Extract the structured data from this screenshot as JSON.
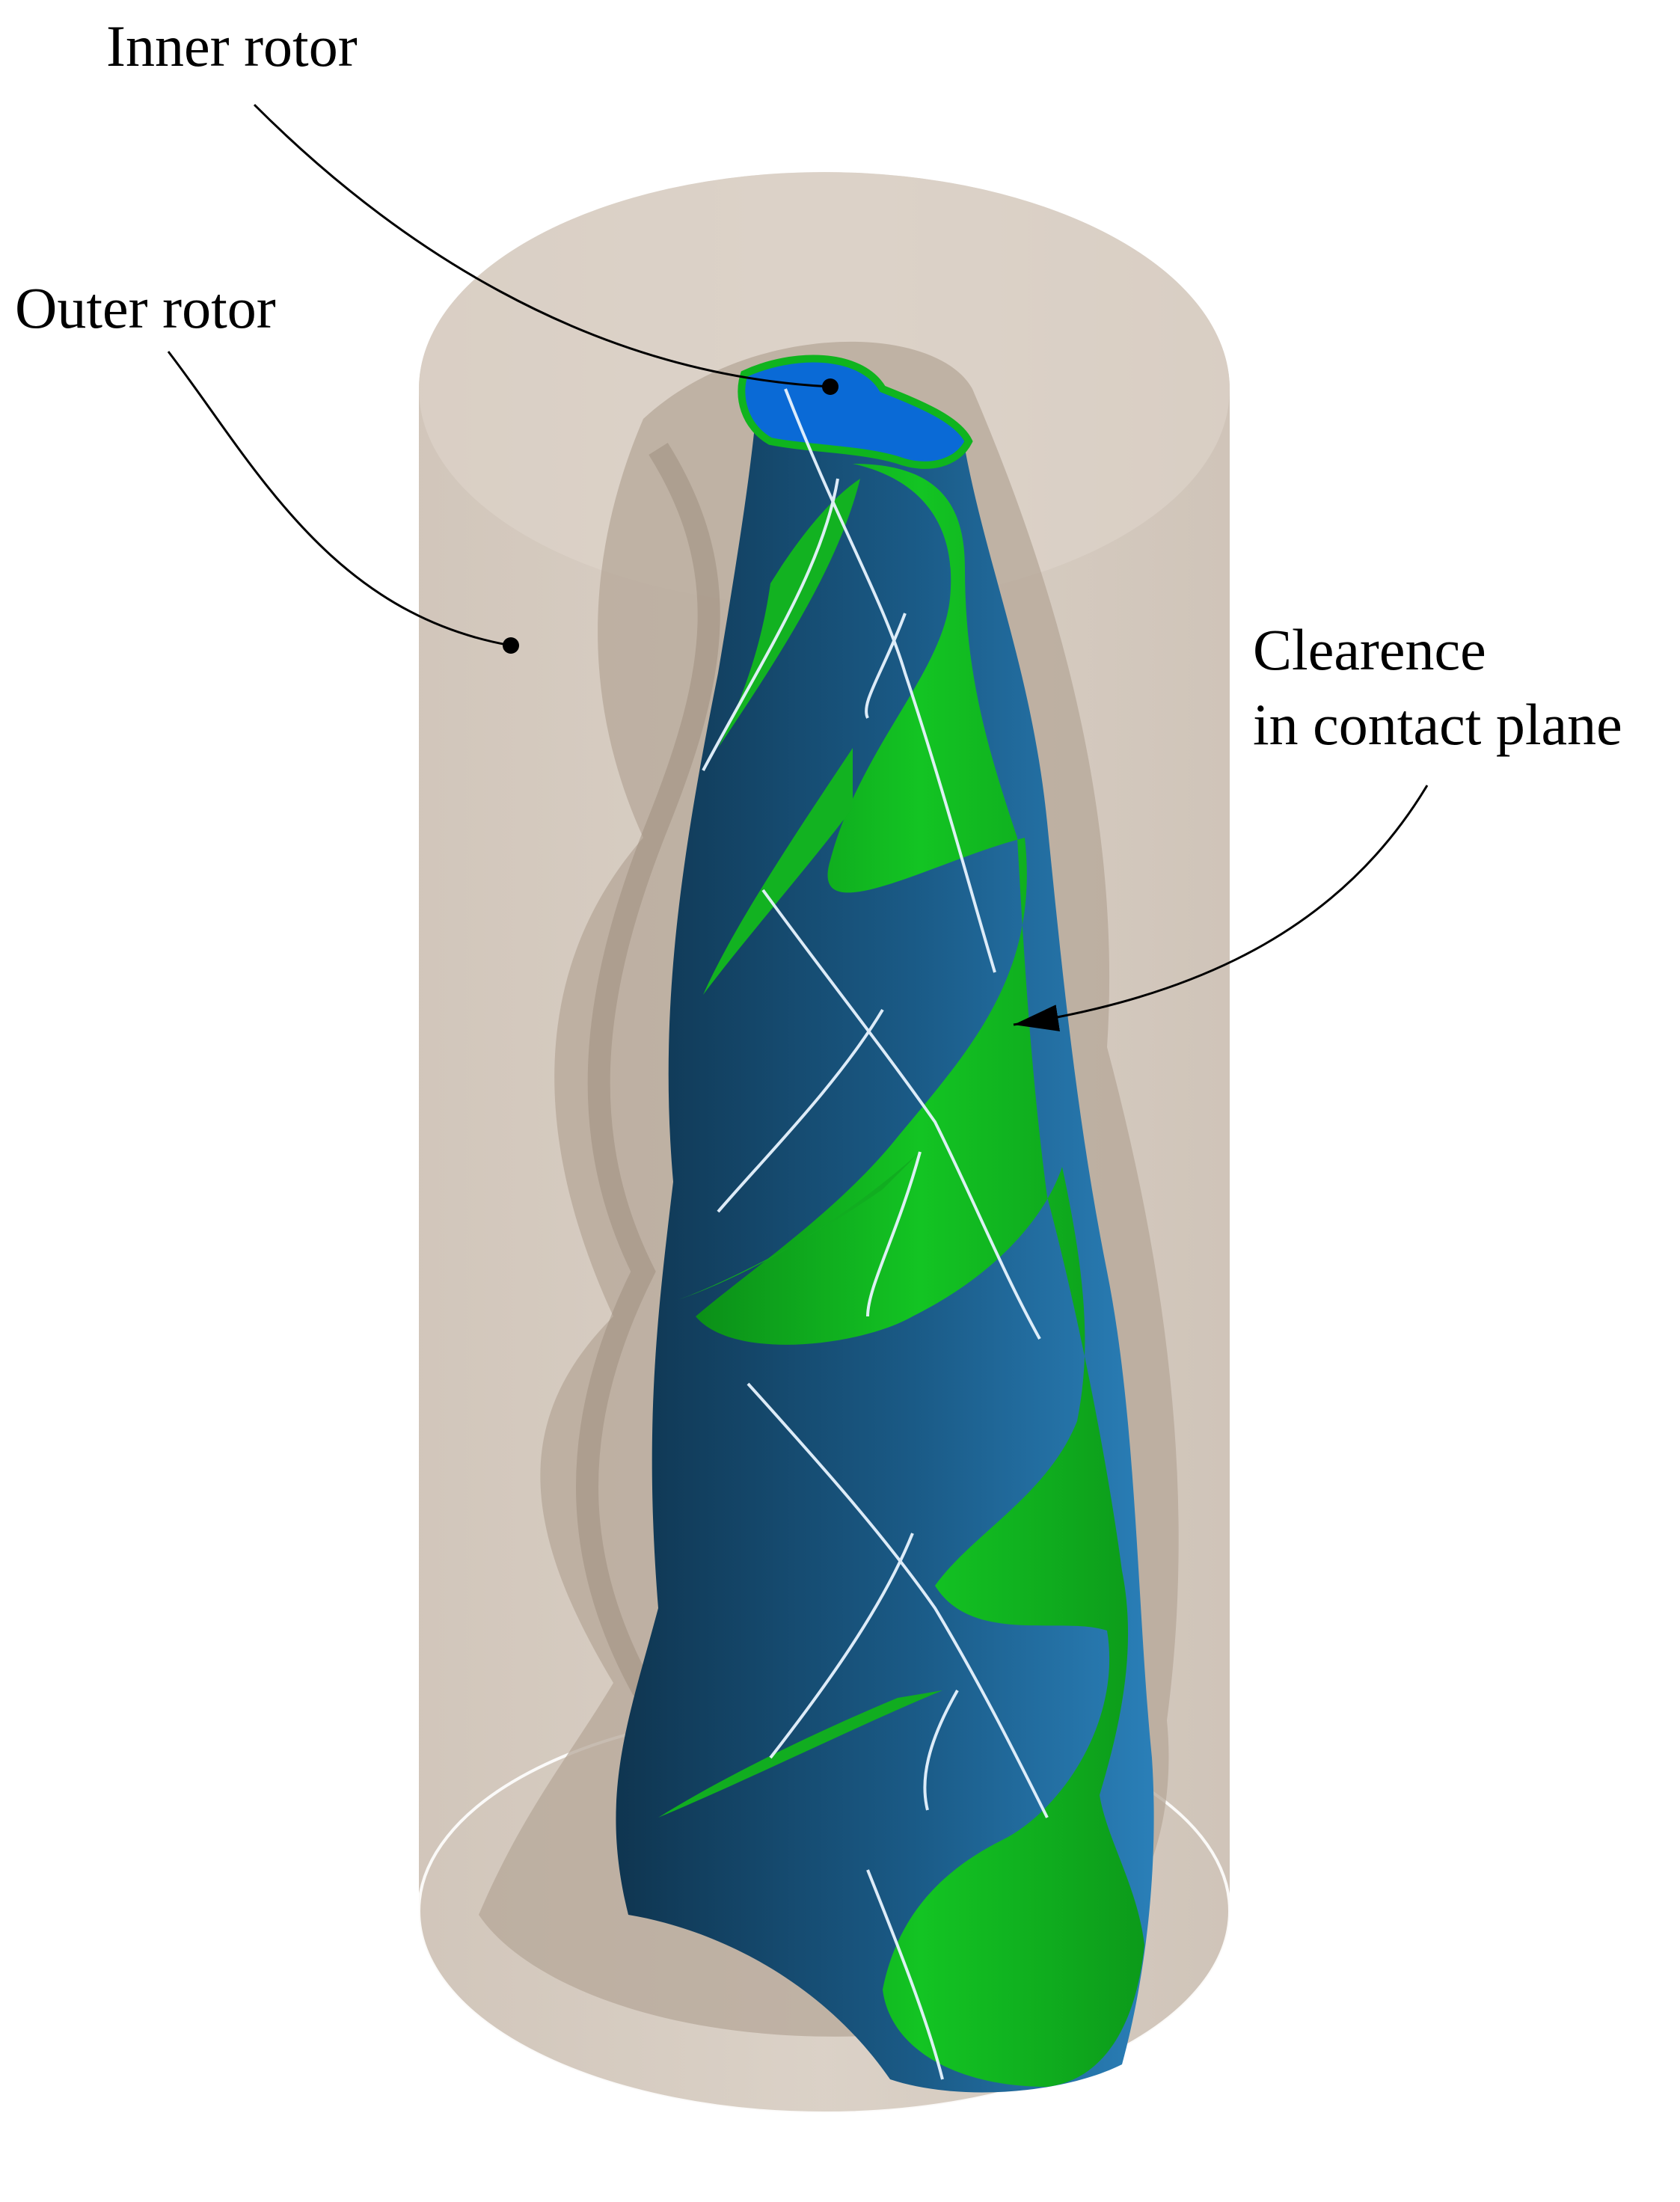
{
  "figure": {
    "labels": {
      "inner_rotor": "Inner rotor",
      "outer_rotor": "Outer rotor",
      "clearance_line1": "Clearence",
      "clearance_line2": "in contact plane"
    },
    "colors": {
      "background": "#ffffff",
      "outer_rotor_shell": "#d6cbc0",
      "outer_rotor_shadow": "#a8998b",
      "inner_rotor_green": "#0fb41e",
      "inner_rotor_blue": "#1a5a86",
      "inner_rotor_top_face": "#0a6ad6",
      "contact_curve": "#e8f4ff",
      "leader_line": "#000000"
    }
  }
}
